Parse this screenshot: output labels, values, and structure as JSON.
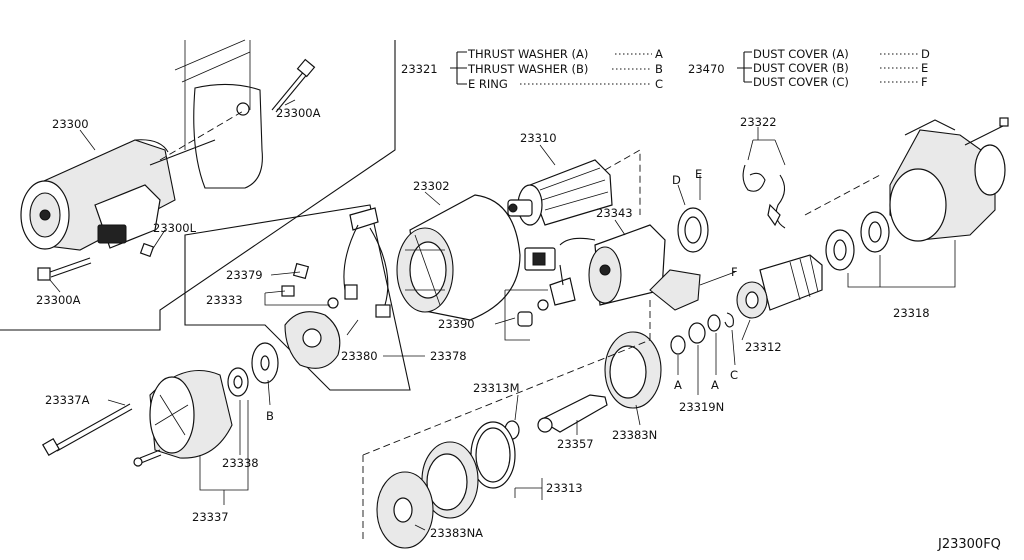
{
  "diagram_code": "J23300FQ",
  "legend_23321": {
    "number": "23321",
    "items": [
      {
        "name": "THRUST WASHER (A)",
        "key": "A"
      },
      {
        "name": "THRUST WASHER (B)",
        "key": "B"
      },
      {
        "name": "E RING",
        "key": "C"
      }
    ]
  },
  "legend_23470": {
    "number": "23470",
    "items": [
      {
        "name": "DUST COVER (A)",
        "key": "D"
      },
      {
        "name": "DUST COVER (B)",
        "key": "E"
      },
      {
        "name": "DUST COVER (C)",
        "key": "F"
      }
    ]
  },
  "parts": {
    "p23300": "23300",
    "p23300A_top": "23300A",
    "p23300L": "23300L",
    "p23300A_bottom": "23300A",
    "p23302": "23302",
    "p23310": "23310",
    "p23343": "23343",
    "p23322": "23322",
    "p23318": "23318",
    "p23379": "23379",
    "p23333": "23333",
    "p23380": "23380",
    "p23378": "23378",
    "p23390": "23390",
    "p23312": "23312",
    "p23319N": "23319N",
    "p23337A": "23337A",
    "p23338": "23338",
    "p23337": "23337",
    "p23313M": "23313M",
    "p23357": "23357",
    "p23383N": "23383N",
    "p23313": "23313",
    "p23383NA": "23383NA"
  },
  "callouts": {
    "A1": "A",
    "A2": "A",
    "B": "B",
    "C": "C",
    "D": "D",
    "E": "E",
    "F": "F"
  }
}
